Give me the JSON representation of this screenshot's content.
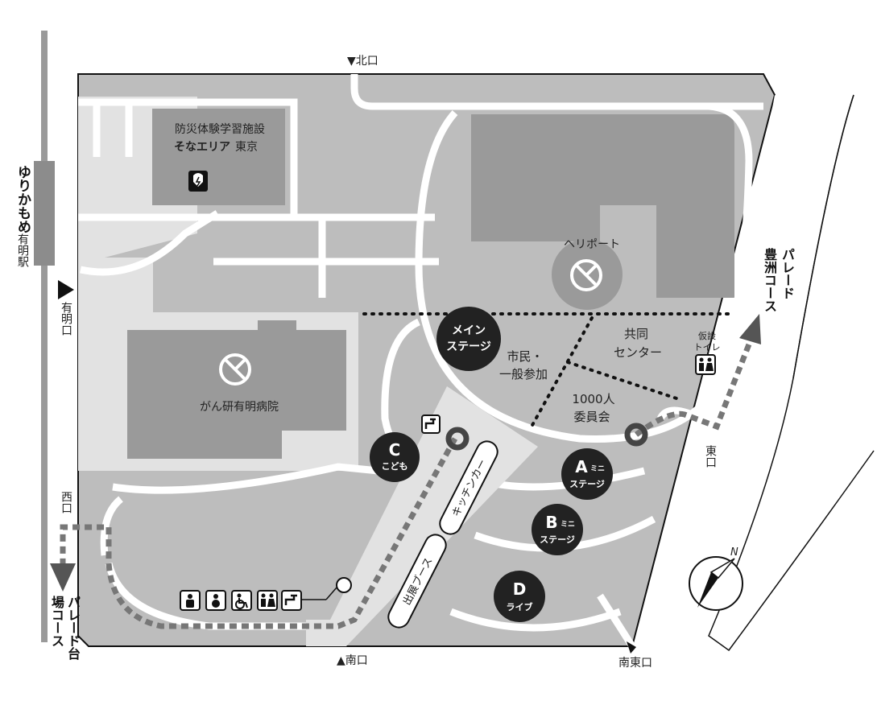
{
  "station": {
    "name": "ゆりかもめ",
    "sub": "有明駅"
  },
  "gates": {
    "north": "▼北口",
    "south": "▲南口",
    "southeast": "南東口",
    "east": "東口",
    "west": "西口",
    "ariake": "有明口"
  },
  "routes": {
    "daiba": "パレード台場コース",
    "toyosu_line1": "パレード",
    "toyosu_line2": "豊洲コース"
  },
  "buildings": {
    "sonaarea_line1": "防災体験学習施設",
    "sonaarea_line2_bold": "そなエリア",
    "sonaarea_line2_rest": "東京",
    "hospital": "がん研有明病院",
    "heliport": "ヘリポート"
  },
  "zones": {
    "citizen_line1": "市民・",
    "citizen_line2": "一般参加",
    "kyodo_line1": "共同",
    "kyodo_line2": "センター",
    "committee_line1": "1000人",
    "committee_line2": "委員会",
    "toilet_line1": "仮設",
    "toilet_line2": "トイレ",
    "kitchen": "キッチンカー",
    "booth": "出展ブース"
  },
  "stages": [
    {
      "id": "main",
      "line1": "メイン",
      "line2": "ステージ"
    },
    {
      "id": "c",
      "letter": "C",
      "line2": "こども"
    },
    {
      "id": "a",
      "letter": "A",
      "small": "ミニ",
      "line2": "ステージ"
    },
    {
      "id": "b",
      "letter": "B",
      "small": "ミニ",
      "line2": "ステージ"
    },
    {
      "id": "d",
      "letter": "D",
      "line2": "ライブ"
    }
  ],
  "compass": "N",
  "icons": [
    "nursing-room-icon",
    "baby-care-icon",
    "wheelchair-icon",
    "restroom-icon",
    "water-fountain-icon"
  ]
}
